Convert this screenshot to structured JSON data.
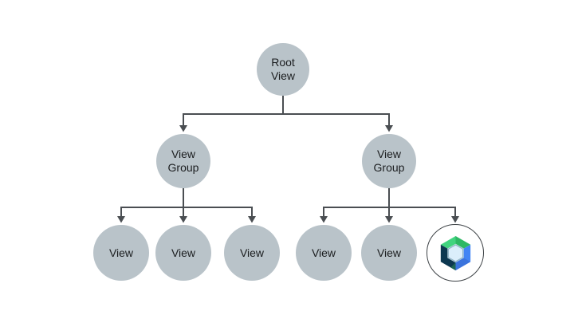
{
  "colors": {
    "background": "#ffffff",
    "node_fill": "#b9c3c9",
    "connector": "#4a4e52",
    "label_text": "#1b1d1f",
    "compose_ring_stroke": "#3e4347",
    "compose_ring_fill": "#ffffff",
    "compose_green_light": "#41d47f",
    "compose_green_dark": "#2eb865",
    "compose_blue": "#4285f4",
    "compose_blue_dark": "#3b74dd",
    "compose_navy": "#0d3850",
    "compose_teal": "#1d6553",
    "compose_center": "#dbeefb",
    "compose_center_edge": "#8fb3c6"
  },
  "tree": {
    "root": {
      "label": "Root\nView"
    },
    "groups": [
      {
        "label": "View\nGroup"
      },
      {
        "label": "View\nGroup"
      }
    ],
    "left_views": [
      {
        "label": "View"
      },
      {
        "label": "View"
      },
      {
        "label": "View"
      }
    ],
    "right_views": [
      {
        "label": "View"
      },
      {
        "label": "View"
      }
    ],
    "compose_leaf": {
      "icon": "jetpack-compose-logo"
    }
  }
}
